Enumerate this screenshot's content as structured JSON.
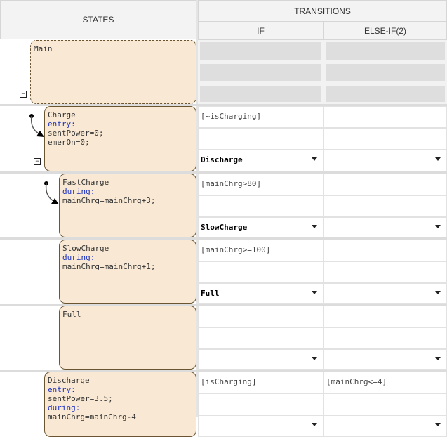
{
  "header": {
    "states": "STATES",
    "transitions": "TRANSITIONS",
    "if": "IF",
    "else_if": "ELSE-IF(2)"
  },
  "rows": [
    {
      "state": {
        "name": "Main",
        "lines": []
      },
      "placeholder": true,
      "collapse": true,
      "default_transition": false
    },
    {
      "state": {
        "name": "Charge",
        "lines": [
          {
            "kw": "entry:"
          },
          {
            "t": "sentPower=0;"
          },
          {
            "t": "emerOn=0;"
          }
        ]
      },
      "collapse": true,
      "default_transition": true,
      "if": {
        "condition": "[~isCharging]",
        "action": "",
        "destination": "Discharge"
      },
      "else_if": {
        "condition": "",
        "action": "",
        "destination": ""
      }
    },
    {
      "state": {
        "name": "FastCharge",
        "lines": [
          {
            "kw": "during:"
          },
          {
            "t": "mainChrg=mainChrg+3;"
          }
        ]
      },
      "default_transition": true,
      "if": {
        "condition": "[mainChrg>80]",
        "action": "",
        "destination": "SlowCharge"
      },
      "else_if": {
        "condition": "",
        "action": "",
        "destination": ""
      }
    },
    {
      "state": {
        "name": "SlowCharge",
        "lines": [
          {
            "kw": "during:"
          },
          {
            "t": "mainChrg=mainChrg+1;"
          }
        ]
      },
      "if": {
        "condition": "[mainChrg>=100]",
        "action": "",
        "destination": "Full"
      },
      "else_if": {
        "condition": "",
        "action": "",
        "destination": ""
      }
    },
    {
      "state": {
        "name": "Full",
        "lines": []
      },
      "if": {
        "condition": "",
        "action": "",
        "destination": ""
      },
      "else_if": {
        "condition": "",
        "action": "",
        "destination": ""
      }
    },
    {
      "state": {
        "name": "Discharge",
        "lines": [
          {
            "kw": "entry:"
          },
          {
            "t": "sentPower=3.5;"
          },
          {
            "kw": "during:"
          },
          {
            "t": "mainChrg=mainChrg-4"
          }
        ]
      },
      "if": {
        "condition": "[isCharging]",
        "action": "",
        "destination": ""
      },
      "else_if": {
        "condition": "[mainChrg<=4]",
        "action": "",
        "destination": ""
      }
    }
  ]
}
